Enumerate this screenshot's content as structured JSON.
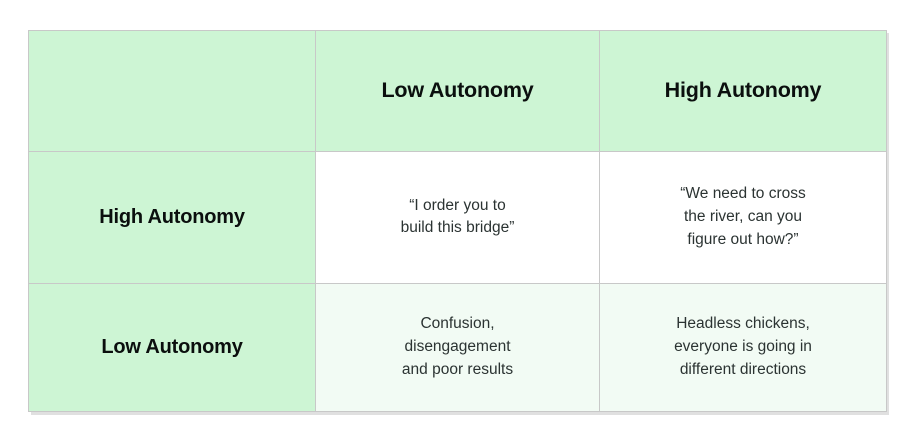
{
  "matrix": {
    "corner_cell": "",
    "column_headers": [
      "Low Autonomy",
      "High Autonomy"
    ],
    "rows": [
      {
        "label": "High Autonomy",
        "cells": [
          "“I order you to\nbuild this bridge”",
          "“We need to cross\nthe river, can you\nfigure out how?”"
        ]
      },
      {
        "label": "Low Autonomy",
        "cells": [
          "Confusion,\ndisengagement\nand poor results",
          "Headless chickens,\neveryone is going in\ndifferent directions"
        ]
      }
    ]
  },
  "colors": {
    "header_fill": "#CDF5D4",
    "label_fill": "#CDF5D4",
    "cell_fill_white": "#FFFFFF",
    "cell_fill_mint": "#F2FBF4",
    "grid_line": "#C8C8C8",
    "heading_text": "#0B0F0E",
    "body_text": "#2B3332",
    "page_background": "#FFFFFF"
  }
}
